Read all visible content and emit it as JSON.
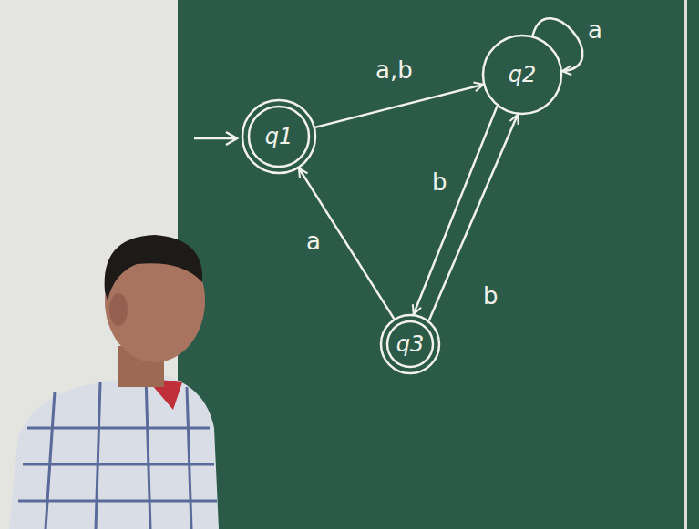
{
  "diagram": {
    "nodes": [
      {
        "text": [
          "q1"
        ]
      },
      {
        "text": [
          "q2"
        ]
      },
      {
        "text": [
          "q3"
        ]
      }
    ],
    "edges": [
      {
        "from": 0,
        "to": 1,
        "label": "a,b",
        "arrow": "to"
      },
      {
        "from": 1,
        "to": 1,
        "label": "a",
        "arrow": "to"
      },
      {
        "from": 1,
        "to": 2,
        "label": "b",
        "arrow": "to"
      },
      {
        "from": 2,
        "to": 1,
        "label": "b",
        "arrow": "to"
      },
      {
        "from": 2,
        "to": 0,
        "label": "a",
        "arrow": "to"
      }
    ]
  }
}
